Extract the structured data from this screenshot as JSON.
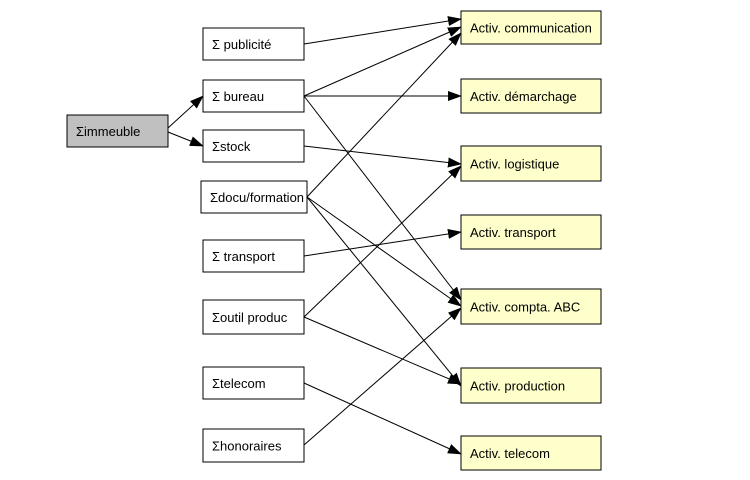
{
  "colors": {
    "root_fill": "#c0c0c0",
    "middle_fill": "#ffffff",
    "activity_fill": "#ffffcc",
    "stroke": "#000000"
  },
  "nodes": {
    "immeuble": "Σimmeuble",
    "publicite": "Σ publicité",
    "bureau": "Σ bureau",
    "stock": "Σstock",
    "docu": "Σdocu/formation",
    "transport": "Σ transport",
    "outil": "Σoutil produc",
    "telecom": "Σtelecom",
    "honoraires": "Σhonoraires",
    "act_comm": "Activ. communication",
    "act_demarch": "Activ. démarchage",
    "act_logist": "Activ. logistique",
    "act_transp": "Activ. transport",
    "act_compta": "Activ. compta. ABC",
    "act_prod": "Activ. production",
    "act_telecom": "Activ. telecom"
  },
  "edges": [
    [
      "immeuble",
      "bureau"
    ],
    [
      "immeuble",
      "stock"
    ],
    [
      "publicite",
      "act_comm"
    ],
    [
      "bureau",
      "act_comm"
    ],
    [
      "bureau",
      "act_demarch"
    ],
    [
      "bureau",
      "act_compta"
    ],
    [
      "stock",
      "act_logist"
    ],
    [
      "docu",
      "act_comm"
    ],
    [
      "docu",
      "act_compta"
    ],
    [
      "docu",
      "act_prod"
    ],
    [
      "transport",
      "act_transp"
    ],
    [
      "outil",
      "act_logist"
    ],
    [
      "outil",
      "act_prod"
    ],
    [
      "telecom",
      "act_telecom"
    ],
    [
      "honoraires",
      "act_compta"
    ]
  ]
}
